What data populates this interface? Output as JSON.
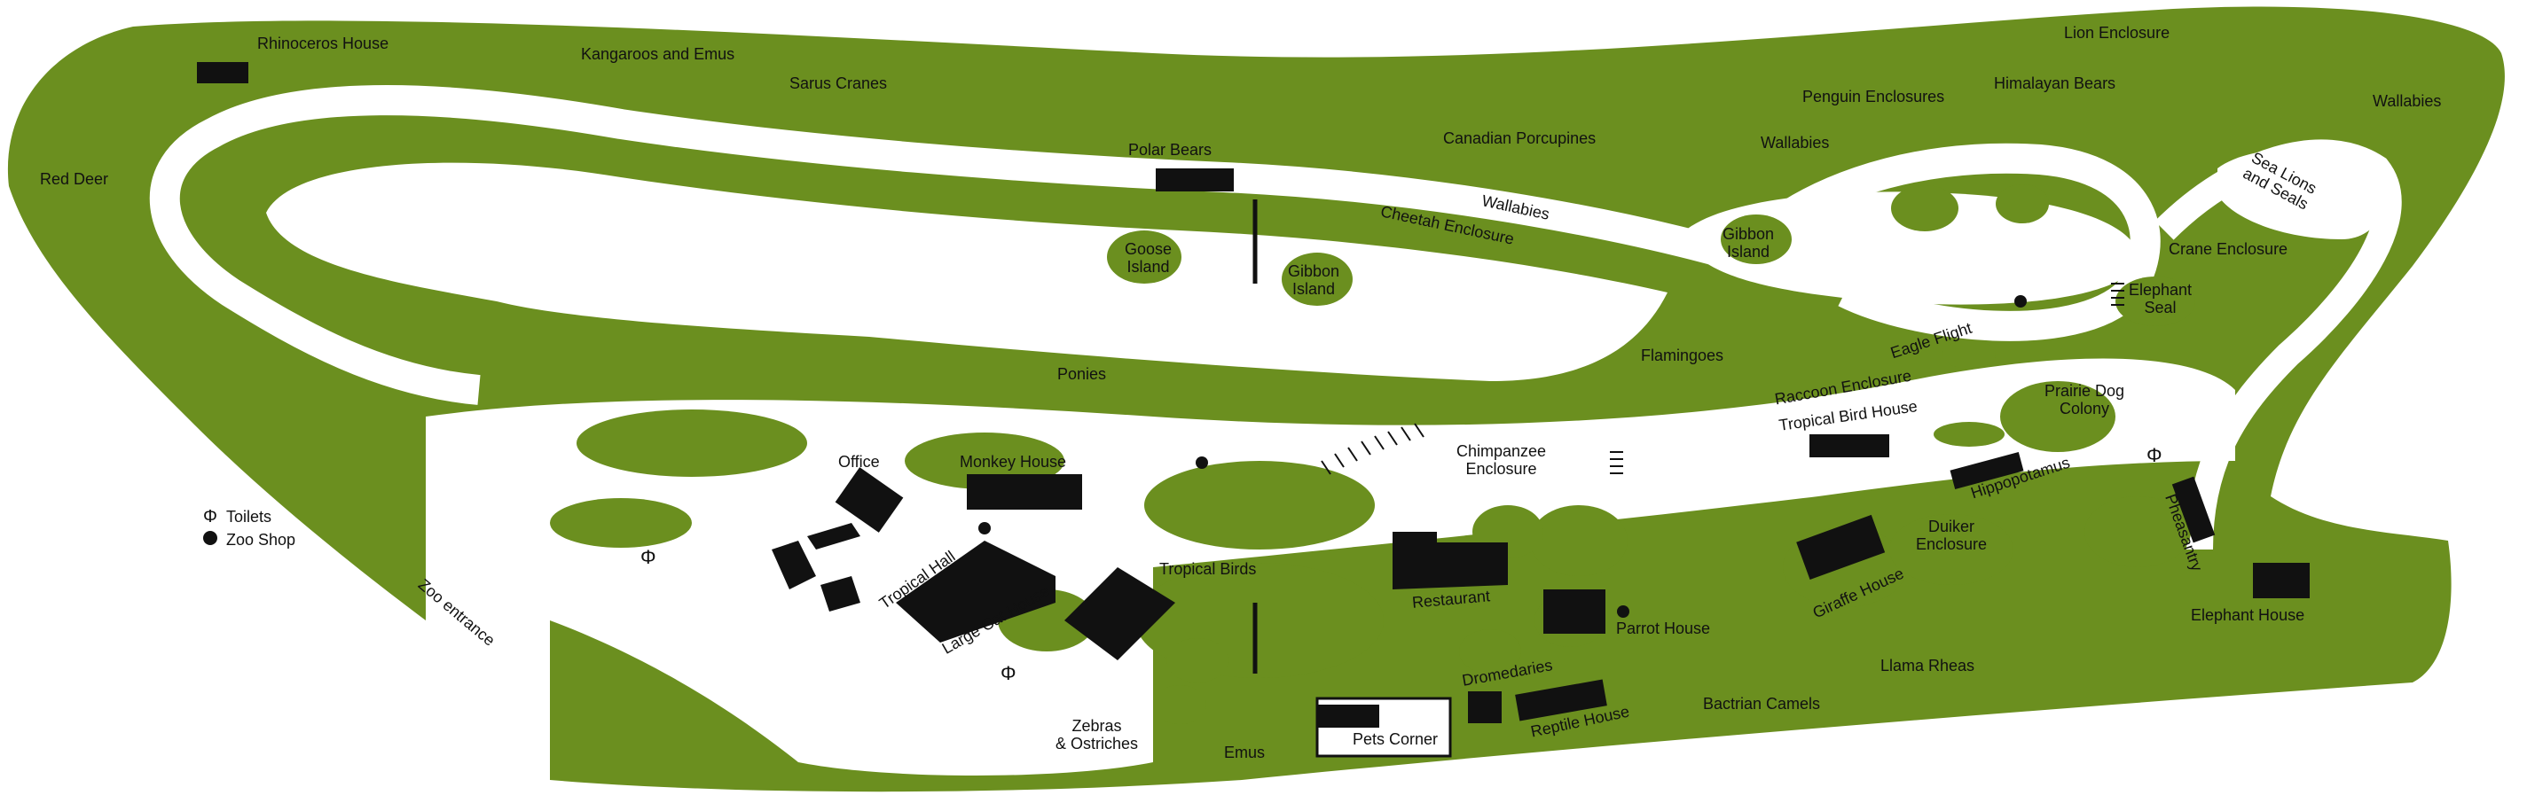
{
  "colors": {
    "land": "#6b8f1f",
    "path": "#ffffff",
    "building": "#111111",
    "water": "#ffffff"
  },
  "legend": {
    "toilets": "Toilets",
    "zoo_shop": "Zoo Shop"
  },
  "labels": {
    "rhinoceros_house": "Rhinoceros House",
    "kangaroos_emus": "Kangaroos and Emus",
    "sarus_cranes": "Sarus Cranes",
    "red_deer": "Red Deer",
    "polar_bears": "Polar Bears",
    "goose_island_1": "Goose",
    "goose_island_2": "Island",
    "gibbon_island_1": "Gibbon",
    "gibbon_island_2": "Island",
    "canadian_porcupines": "Canadian Porcupines",
    "wallabies_1": "Wallabies",
    "cheetah_enclosure": "Cheetah Enclosure",
    "lion_enclosure": "Lion Enclosure",
    "penguin_enclosures": "Penguin Enclosures",
    "himalayan_bears": "Himalayan Bears",
    "wallabies_2": "Wallabies",
    "wallabies_3": "Wallabies",
    "gibbon_island_b1": "Gibbon",
    "gibbon_island_b2": "Island",
    "sea_lions_1": "Sea Lions",
    "sea_lions_2": "and Seals",
    "crane_enclosure": "Crane Enclosure",
    "elephant_seal_1": "Elephant",
    "elephant_seal_2": "Seal",
    "eagle_flight": "Eagle Flight",
    "flamingoes": "Flamingoes",
    "raccoon_enclosure": "Raccoon Enclosure",
    "prairie_dog_1": "Prairie Dog",
    "prairie_dog_2": "Colony",
    "ponies": "Ponies",
    "chimpanzee_1": "Chimpanzee",
    "chimpanzee_2": "Enclosure",
    "tropical_bird_house": "Tropical Bird House",
    "hippopotamus": "Hippopotamus",
    "pheasantry": "Pheasantry",
    "office": "Office",
    "monkey_house": "Monkey House",
    "tropical_hall": "Tropical Hall",
    "large_cat_house": "Large Cat House",
    "tropical_birds": "Tropical Birds",
    "restaurant": "Restaurant",
    "parrot_house": "Parrot House",
    "duiker_1": "Duiker",
    "duiker_2": "Enclosure",
    "giraffe_house": "Giraffe House",
    "elephant_house": "Elephant House",
    "zoo_entrance": "Zoo entrance",
    "zebras_1": "Zebras",
    "zebras_2": "& Ostriches",
    "emus": "Emus",
    "pets_corner": "Pets Corner",
    "dromedaries": "Dromedaries",
    "reptile_house": "Reptile House",
    "bactrian_camels": "Bactrian Camels",
    "llama_rheas": "Llama Rheas"
  }
}
